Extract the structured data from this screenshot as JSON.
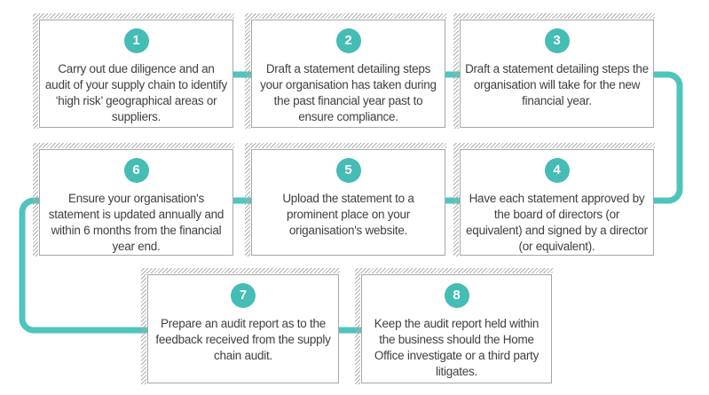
{
  "diagram": {
    "type": "flowchart",
    "flow_sequence": [
      1,
      2,
      3,
      4,
      5,
      6,
      7,
      8
    ],
    "connections": [
      [
        1,
        2
      ],
      [
        2,
        3
      ],
      [
        3,
        4
      ],
      [
        4,
        5
      ],
      [
        5,
        6
      ],
      [
        6,
        7
      ],
      [
        7,
        8
      ]
    ]
  },
  "steps": [
    {
      "number": "1",
      "text": "Carry out due diligence and an audit of your supply chain to identify ‘high risk’ geographical areas or suppliers."
    },
    {
      "number": "2",
      "text": "Draft a statement detailing steps your organisation has taken during the past financial year past to ensure compliance."
    },
    {
      "number": "3",
      "text": "Draft a statement detailing steps the organisation will take for the new financial year."
    },
    {
      "number": "4",
      "text": "Have each statement approved by the board of directors (or equivalent) and signed by a director (or equivalent)."
    },
    {
      "number": "5",
      "text": "Upload the statement to a prominent place on your origanisation's website."
    },
    {
      "number": "6",
      "text": "Ensure your organisation's statement is updated annually and within 6 months from the financial year end."
    },
    {
      "number": "7",
      "text": "Prepare an audit report as to the feedback received from the supply chain audit."
    },
    {
      "number": "8",
      "text": "Keep the audit report held within the business should the Home Office investigate or a third party litigates."
    }
  ],
  "colors": {
    "accent": "#4FC4BC",
    "badge": "#45BCB4",
    "border": "#A6A6A6",
    "hatch": "#AFAFAF",
    "text": "#3F3F3F"
  }
}
